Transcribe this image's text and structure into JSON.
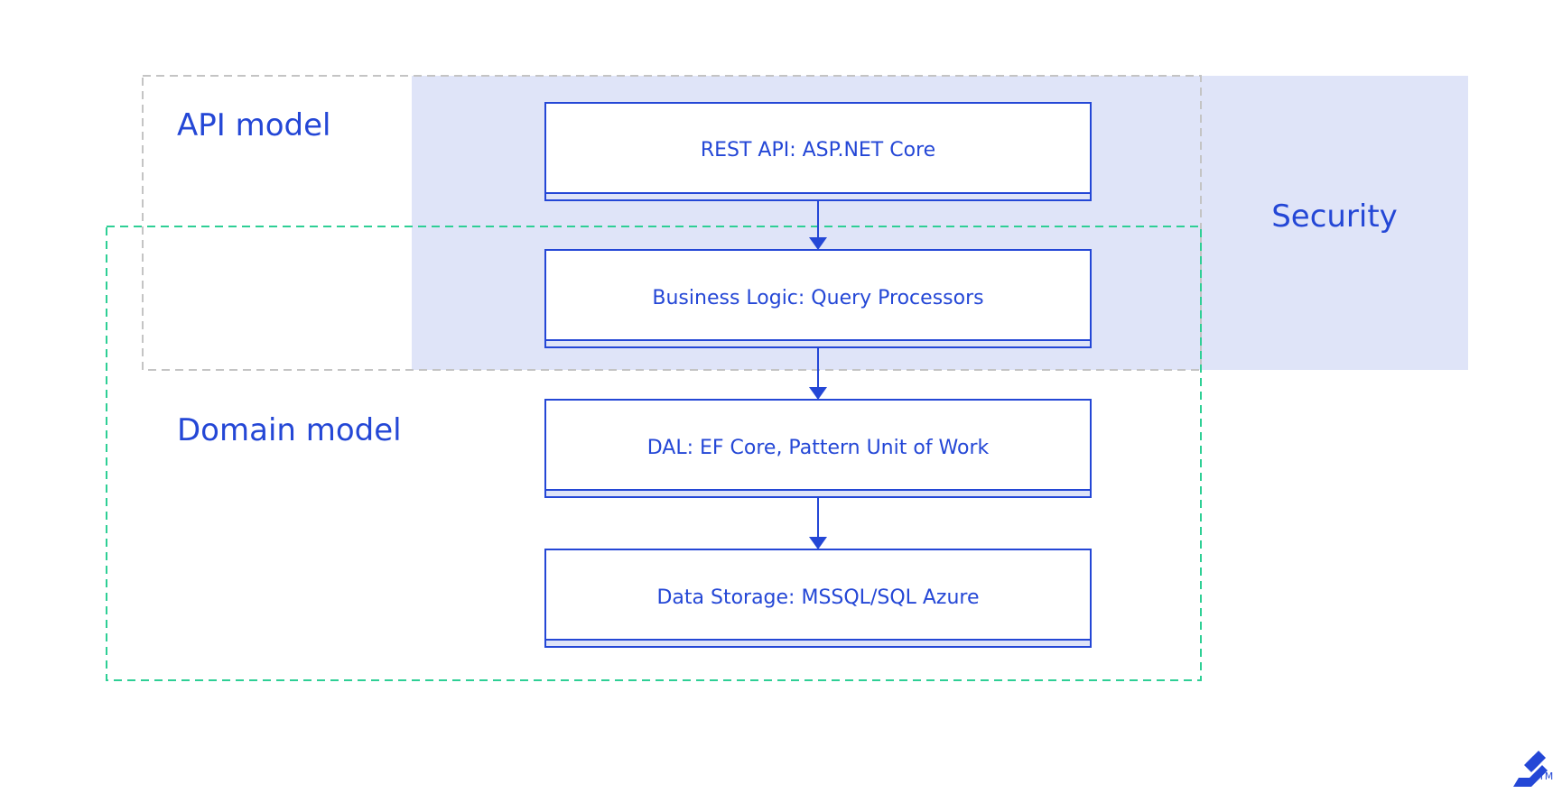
{
  "regions": {
    "api_model": {
      "label": "API model"
    },
    "domain_model": {
      "label": "Domain model"
    },
    "security": {
      "label": "Security"
    }
  },
  "layers": [
    {
      "label": "REST API: ASP.NET Core"
    },
    {
      "label": "Business Logic: Query Processors"
    },
    {
      "label": "DAL: EF Core, Pattern Unit of Work"
    },
    {
      "label": "Data Storage: MSSQL/SQL Azure"
    }
  ],
  "logo": {
    "trademark": "TM",
    "icon": "toptal-logo-icon"
  },
  "colors": {
    "primary": "#2447d6",
    "security_fill": "#dfe4f8",
    "api_border": "#c4c4c4",
    "domain_border": "#2ecf95",
    "background": "#ffffff"
  }
}
